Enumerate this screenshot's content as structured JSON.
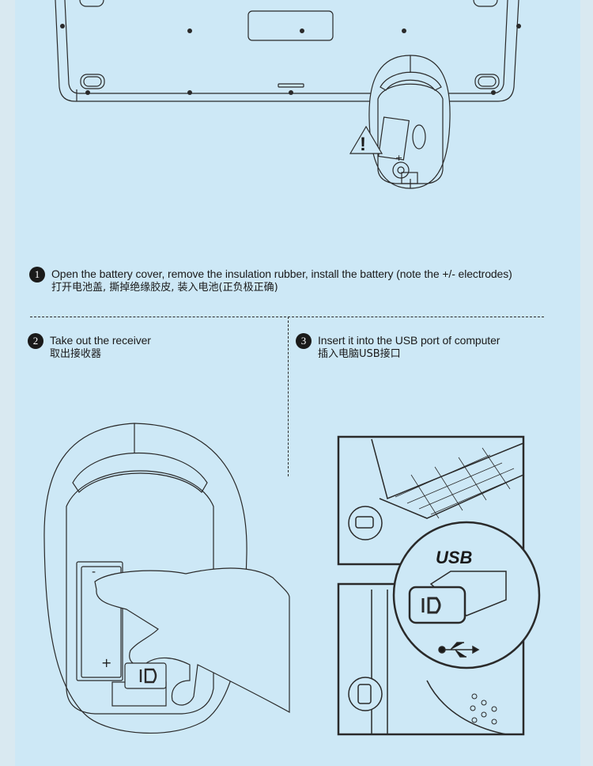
{
  "steps": [
    {
      "number": "1",
      "en": "Open the battery cover, remove the insulation rubber, install the battery (note the +/- electrodes)",
      "zh": "打开电池盖, 撕掉绝缘胶皮, 装入电池(正负极正确)"
    },
    {
      "number": "2",
      "en": "Take out the receiver",
      "zh": "取出接收器"
    },
    {
      "number": "3",
      "en": "Insert it into the USB port of computer",
      "zh": "插入电脑USB接口"
    }
  ],
  "illustration": {
    "warning_mark": "!",
    "battery_plus": "+",
    "battery_minus": "-",
    "usb_label": "USB"
  },
  "colors": {
    "background": "#cde8f6",
    "ink": "#1a1a1a"
  }
}
